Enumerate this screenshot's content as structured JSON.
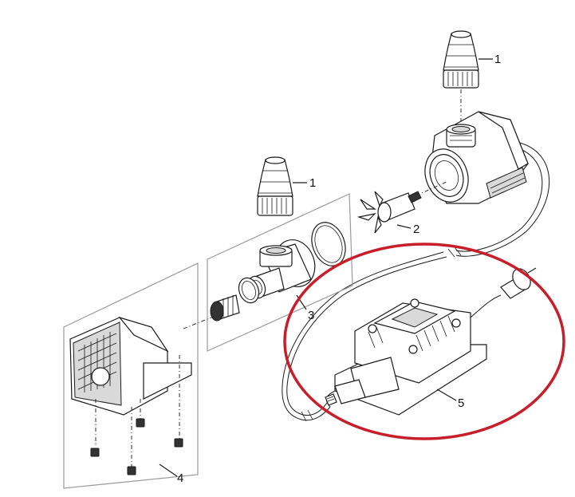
{
  "labels": {
    "part1_top": "1",
    "part1_mid": "1",
    "part2": "2",
    "part3": "3",
    "part4": "4",
    "part5": "5"
  },
  "colors": {
    "highlight_ellipse": "#c81e2a",
    "line_art": "#1a1a1a",
    "frame": "#9a9a9a"
  }
}
